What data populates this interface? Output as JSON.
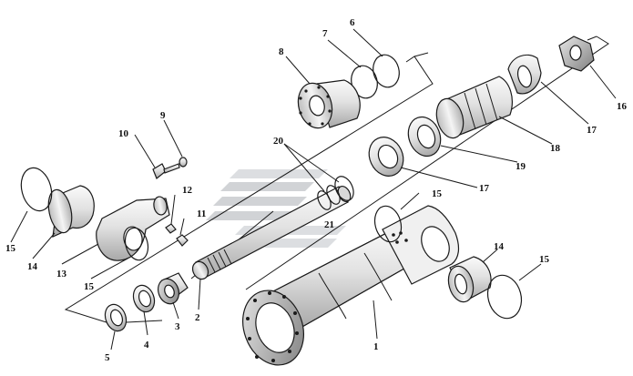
{
  "diagram": {
    "style": {
      "ink": "#1a1a1a",
      "paper": "#ffffff",
      "metal_light": "#f4f4f4",
      "metal_mid": "#d4d4d4",
      "metal_dark": "#9a9a9a",
      "watermark": "#c9ccd0"
    },
    "callouts": [
      {
        "id": "c1",
        "text": "1"
      },
      {
        "id": "c2",
        "text": "2"
      },
      {
        "id": "c3",
        "text": "3"
      },
      {
        "id": "c4",
        "text": "4"
      },
      {
        "id": "c5",
        "text": "5"
      },
      {
        "id": "c6",
        "text": "6"
      },
      {
        "id": "c7",
        "text": "7"
      },
      {
        "id": "c8",
        "text": "8"
      },
      {
        "id": "c9",
        "text": "9"
      },
      {
        "id": "c10",
        "text": "10"
      },
      {
        "id": "c11",
        "text": "11"
      },
      {
        "id": "c12",
        "text": "12"
      },
      {
        "id": "c13",
        "text": "13"
      },
      {
        "id": "c14a",
        "text": "14"
      },
      {
        "id": "c14b",
        "text": "14"
      },
      {
        "id": "c15a",
        "text": "15"
      },
      {
        "id": "c15b",
        "text": "15"
      },
      {
        "id": "c15c",
        "text": "15"
      },
      {
        "id": "c15d",
        "text": "15"
      },
      {
        "id": "c16",
        "text": "16"
      },
      {
        "id": "c17a",
        "text": "17"
      },
      {
        "id": "c17b",
        "text": "17"
      },
      {
        "id": "c18",
        "text": "18"
      },
      {
        "id": "c19",
        "text": "19"
      },
      {
        "id": "c20",
        "text": "20"
      },
      {
        "id": "c21",
        "text": "21"
      }
    ]
  }
}
